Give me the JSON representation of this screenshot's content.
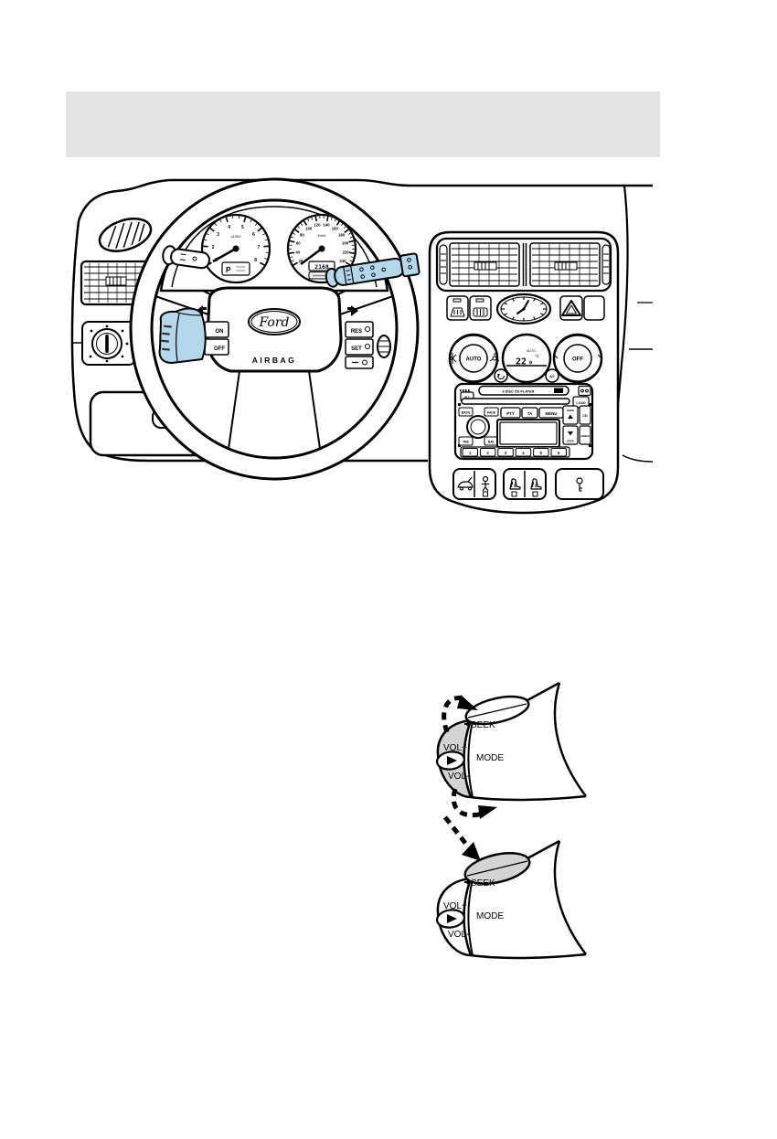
{
  "page": {
    "background": "#ffffff"
  },
  "header": {
    "background": "#e3e3e3"
  },
  "colors": {
    "line": "#000000",
    "highlight_blue": "#b4d7ec",
    "shade_gray": "#d4d4d4",
    "header_gray": "#e3e3e3"
  },
  "dashboard": {
    "steering_wheel": {
      "brand_logo": "Ford",
      "airbag_label": "AIRBAG",
      "cruise_on": "ON",
      "cruise_off": "OFF",
      "cruise_res": "RES",
      "cruise_set": "SET"
    },
    "cluster": {
      "tachometer": {
        "scale_label": "x1000",
        "tick_labels": [
          "1",
          "2",
          "3",
          "4",
          "5",
          "6",
          "7",
          "8"
        ],
        "gear_indicator": "P"
      },
      "speedometer": {
        "unit_label": "km/h",
        "tick_labels": [
          "20",
          "40",
          "60",
          "80",
          "100",
          "120",
          "140",
          "160",
          "180",
          "200",
          "220",
          "240"
        ],
        "odometer": "2168"
      }
    },
    "climate": {
      "auto_knob_label": "AUTO",
      "off_knob_label": "OFF",
      "temp_value": "22",
      "temp_decimal": "0",
      "temp_unit": "°C",
      "temp_mode_label": "AUTO",
      "ac_button_label": "A/C"
    },
    "radio": {
      "slot_label": "6 DISC CD PLAYER",
      "eject_label": "EJ",
      "load_label": "LOAD",
      "tone_buttons": [
        "BASS",
        "FADE",
        "TRE",
        "BAL"
      ],
      "center_buttons": [
        "PTY",
        "TA",
        "MENU"
      ],
      "seek_up_label": "SEEK",
      "seek_down_label": "SEEK",
      "cd_label": "CD",
      "band_label": "AM/FM",
      "preset_buttons": [
        "1",
        "2",
        "3",
        "4",
        "5",
        "6"
      ]
    }
  },
  "audio_rock_diagram": {
    "seek_label": "SEEK",
    "vol_up_label": "VOL+",
    "mode_label": "MODE",
    "vol_down_label": "VOL-"
  },
  "audio_press_diagram": {
    "seek_label": "SEEK",
    "vol_up_label": "VOL+",
    "mode_label": "MODE",
    "vol_down_label": "VOL-"
  }
}
